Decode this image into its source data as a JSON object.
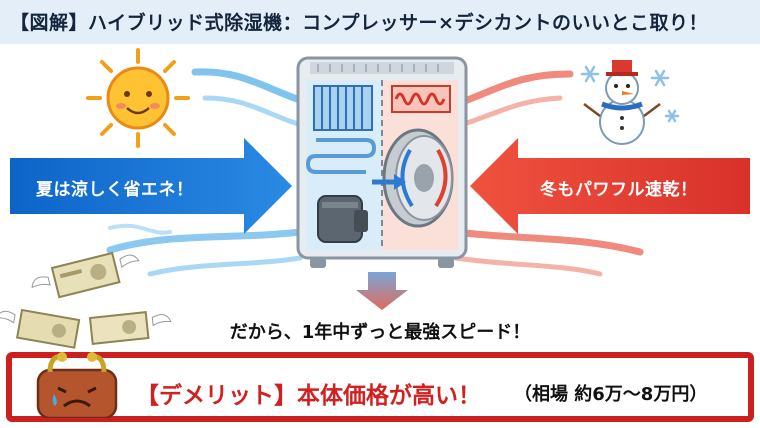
{
  "title": "【図解】ハイブリッド式除湿機：コンプレッサー×デシカントのいいとこ取り！",
  "summer_label": "夏は涼しく省エネ！",
  "winter_label": "冬もパワフル速乾！",
  "summary": "だから、1年中ずっと最強スピード！",
  "demerit": {
    "main": "【デメリット】本体価格が高い！",
    "price_note": "（相場 約6万〜8万円）"
  },
  "colors": {
    "cool_blue": "#1f73c9",
    "warm_red": "#df3b2c",
    "alert_red": "#cc1f1f",
    "title_bg": "#e3eef8"
  },
  "icons": [
    "sun-icon",
    "snowman-icon",
    "snowflake-icon",
    "money-bills-icon",
    "wallet-icon",
    "compressor-icon",
    "desiccant-rotor-icon",
    "heater-coil-icon"
  ]
}
